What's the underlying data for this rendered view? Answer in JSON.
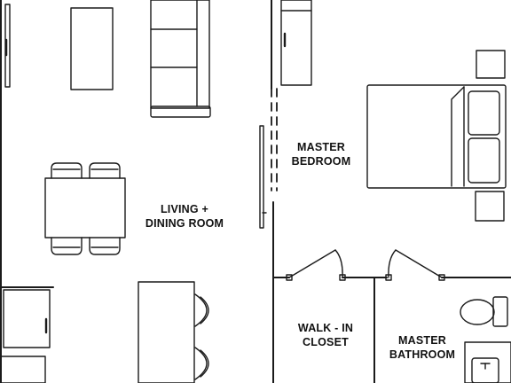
{
  "rooms": {
    "living_line1": "LIVING +",
    "living_line2": "DINING ROOM",
    "bedroom_line1": "MASTER",
    "bedroom_line2": "BEDROOM",
    "closet_line1": "WALK - IN",
    "closet_line2": "CLOSET",
    "bath_line1": "MASTER",
    "bath_line2": "BATHROOM"
  },
  "colors": {
    "line": "#1a1a1a",
    "background": "#ffffff"
  }
}
